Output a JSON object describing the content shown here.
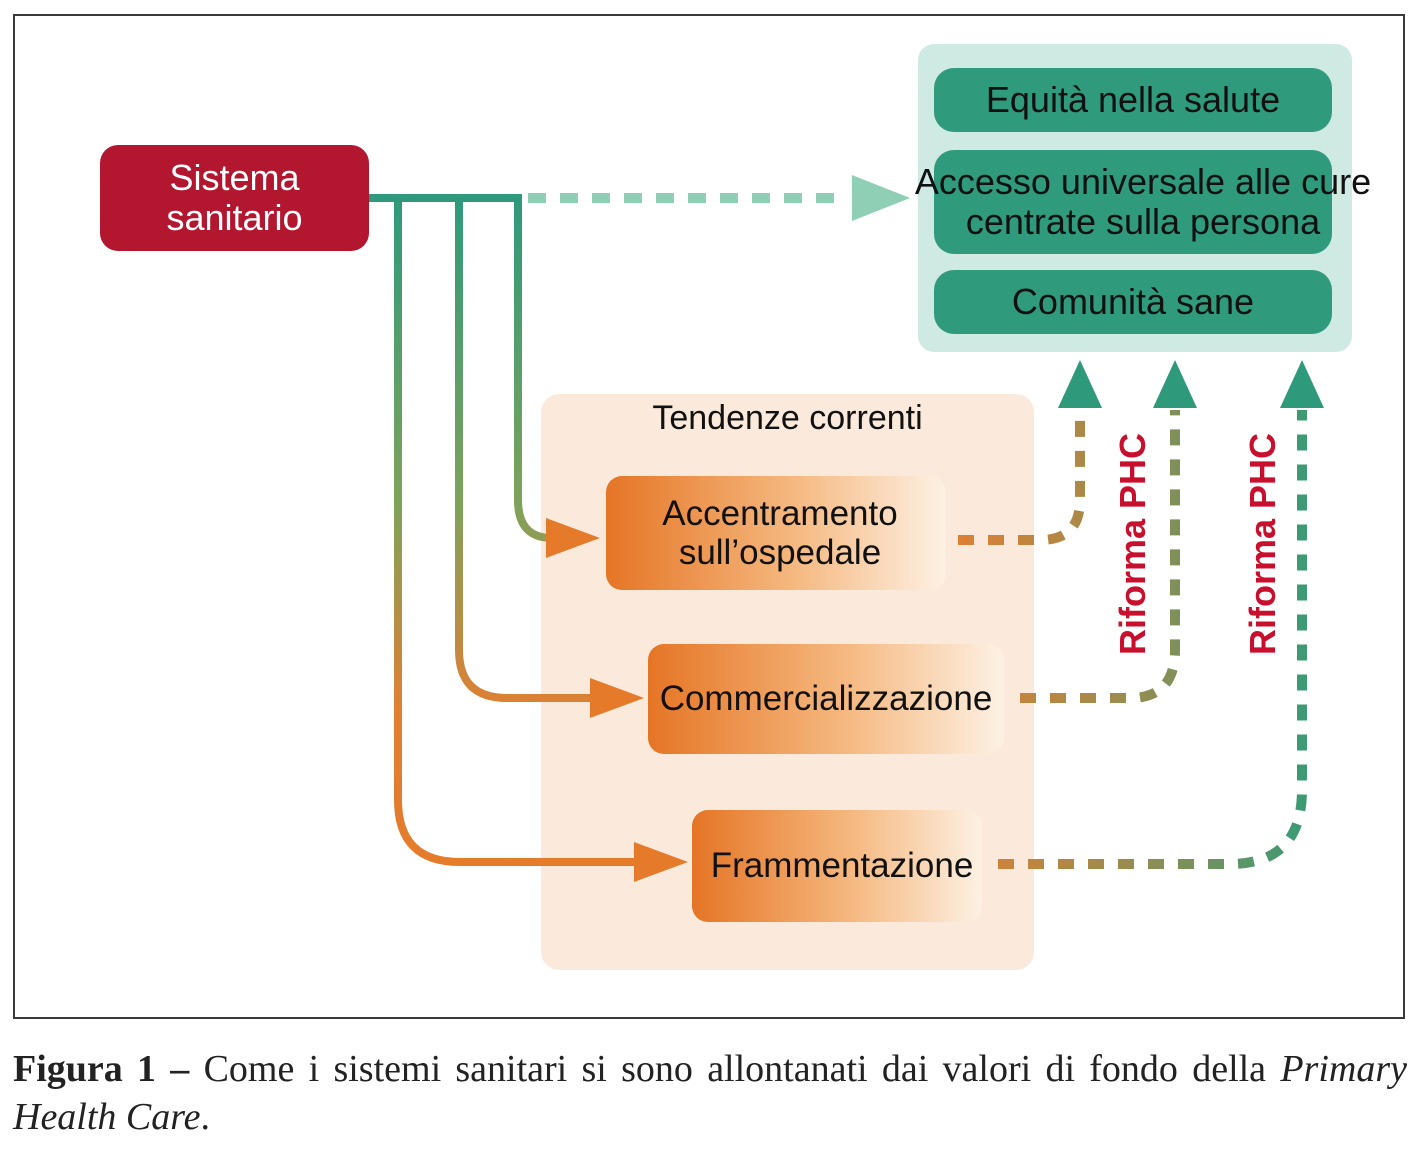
{
  "source_box": {
    "label": "Sistema sanitario"
  },
  "goals": [
    {
      "label": "Equità nella salute"
    },
    {
      "label": "Accesso universale alle cure centrate sulla persona"
    },
    {
      "label": "Comunità sane"
    }
  ],
  "trends": {
    "title": "Tendenze correnti",
    "items": [
      {
        "label": "Accentramento sull’ospedale"
      },
      {
        "label": "Commercializzazione"
      },
      {
        "label": "Frammentazione"
      }
    ]
  },
  "reform_labels": [
    "Riforma PHC",
    "Riforma PHC"
  ],
  "caption": {
    "label": "Figura 1 –",
    "text": " Come i sistemi sanitari si sono allontanati dai valori di fondo della ",
    "italic": "Primary Health Care",
    "end": "."
  },
  "colors": {
    "sistema": "#b3172f",
    "green": "#2e9a7b",
    "orange": "#e57b2a",
    "phc_red": "#c8102e"
  }
}
